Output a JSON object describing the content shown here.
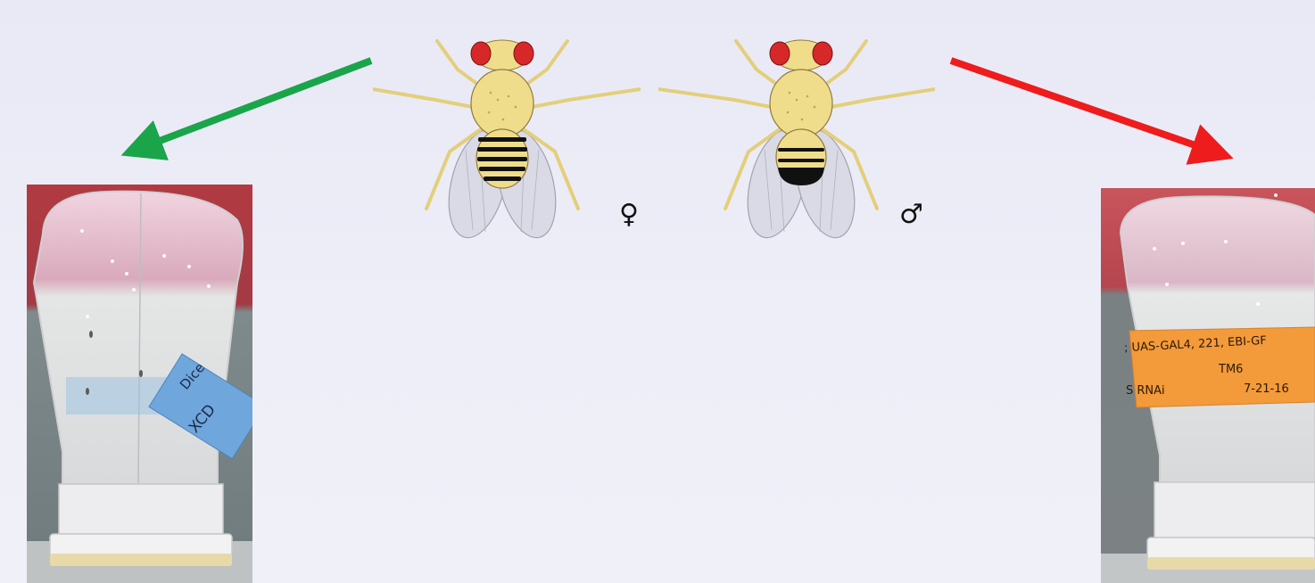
{
  "colors": {
    "background": "#ececf7",
    "arrow_left": "#1aa54a",
    "arrow_right": "#ee1c1c",
    "vial_left_backdrop": "#b1373e",
    "vial_right_backdrop": "#c54a52",
    "label_left": "#6fa6dc",
    "label_right": "#f39a3a",
    "fly_body": "#f0dd8c",
    "fly_eye": "#d62828",
    "fly_band": "#111111"
  },
  "flies": {
    "female": {
      "symbol": "♀",
      "icon": "female-fly"
    },
    "male": {
      "symbol": "♂",
      "icon": "male-fly"
    }
  },
  "vial_left": {
    "label_line1": "Dice",
    "label_line2": "XCD"
  },
  "vial_right": {
    "label_line1": "; UAS-GAL4, 221, EBI-GF",
    "label_line2": "TM6",
    "label_line3": "S RNAi",
    "label_date": "7-21-16"
  }
}
